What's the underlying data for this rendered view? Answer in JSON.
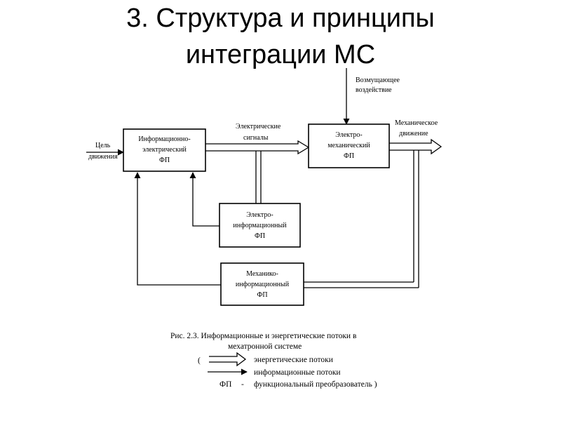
{
  "slide": {
    "title_line1": "3. Структура и принципы",
    "title_line2": "интеграции МС"
  },
  "diagram": {
    "input": {
      "line1": "Цель",
      "line2": "движения"
    },
    "disturbance": {
      "line1": "Возмущающее",
      "line2": "воздействие"
    },
    "signals": {
      "line1": "Электрические",
      "line2": "сигналы"
    },
    "output": {
      "line1": "Механическое",
      "line2": "движение"
    },
    "boxes": {
      "info_electric": {
        "line1": "Информационно-",
        "line2": "электрический",
        "line3": "ФП"
      },
      "electro_mech": {
        "line1": "Электро-",
        "line2": "механический",
        "line3": "ФП"
      },
      "electro_info": {
        "line1": "Электро-",
        "line2": "информационный",
        "line3": "ФП"
      },
      "mech_info": {
        "line1": "Механико-",
        "line2": "информационный",
        "line3": "ФП"
      }
    }
  },
  "caption": {
    "line1": "Рис. 2.3. Информационные и энергетические потоки в",
    "line2": "мехатронной системе",
    "open_paren": "(",
    "legend_energy": "энергетические потоки",
    "legend_info": "информационные потоки",
    "abbr": "ФП",
    "dash": "-",
    "abbr_def": "функциональный преобразователь )"
  }
}
